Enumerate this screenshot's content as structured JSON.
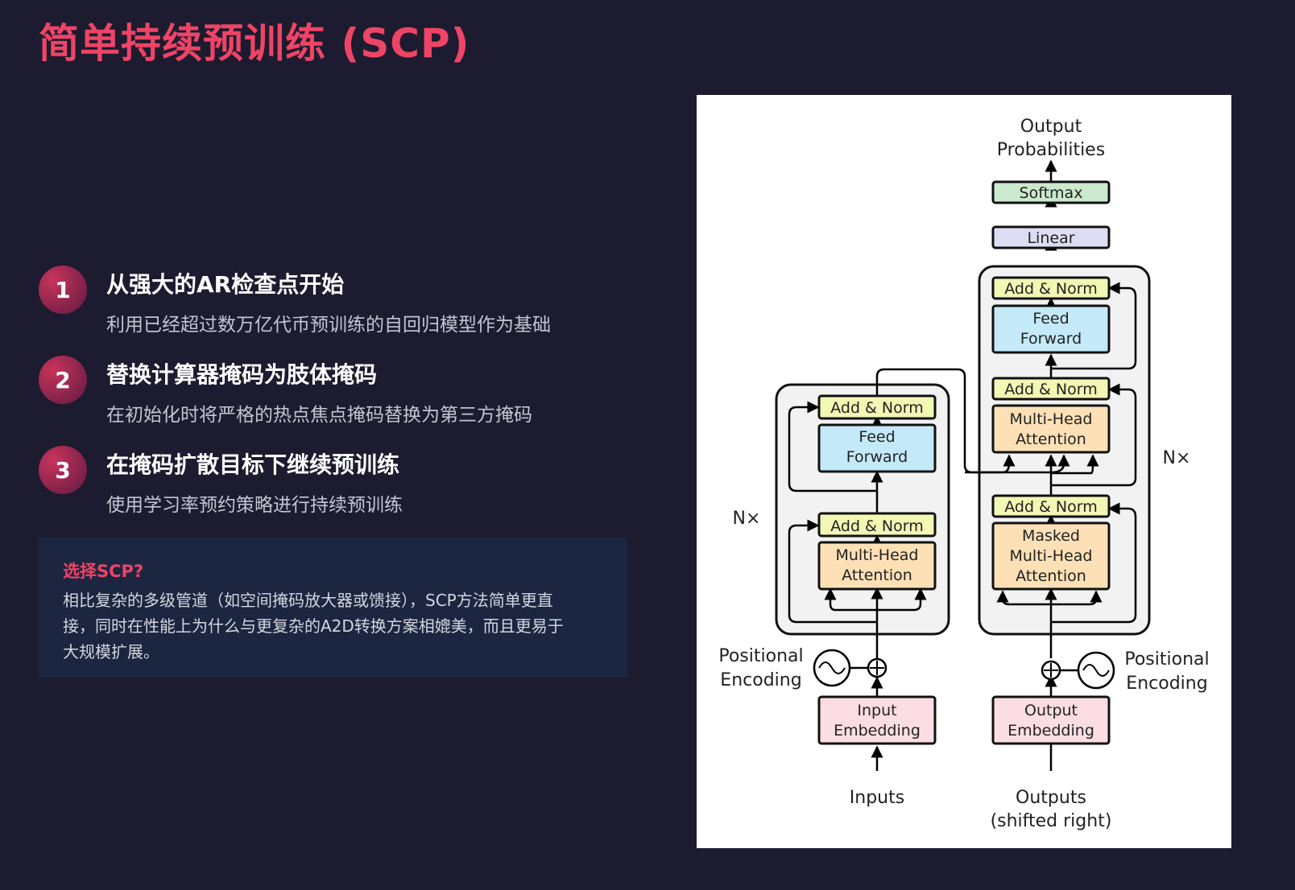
{
  "page": {
    "title": "简单持续预训练 (SCP)"
  },
  "steps": [
    {
      "number": "1",
      "title": "从强大的AR检查点开始",
      "desc": "利用已经超过数万亿代币预训练的自回归模型作为基础"
    },
    {
      "number": "2",
      "title": "替换计算器掩码为肢体掩码",
      "desc": "在初始化时将严格的热点焦点掩码替换为第三方掩码"
    },
    {
      "number": "3",
      "title": "在掩码扩散目标下继续预训练",
      "desc": "使用学习率预约策略进行持续预训练"
    }
  ],
  "why": {
    "title": "选择SCP?",
    "line1": "相比复杂的多级管道（如空间掩码放大器或馈接），SCP方法简单更直",
    "line2": "接，同时在性能上为什么与更复杂的A2D转换方案相媲美，而且更易于",
    "line3": "大规模扩展。"
  },
  "diagram": {
    "output_probs_1": "Output",
    "output_probs_2": "Probabilities",
    "softmax": "Softmax",
    "linear": "Linear",
    "add_norm": "Add & Norm",
    "feed_1": "Feed",
    "feed_2": "Forward",
    "mha_1": "Multi-Head",
    "mha_2": "Attention",
    "masked": "Masked",
    "nx": "N×",
    "pos_1": "Positional",
    "pos_2": "Encoding",
    "input_emb_1": "Input",
    "output_emb_1": "Output",
    "emb_2": "Embedding",
    "inputs": "Inputs",
    "outputs_1": "Outputs",
    "outputs_2": "(shifted right)",
    "colors": {
      "add_norm": "#f3f7b4",
      "feed_forward": "#c4e9f8",
      "attention": "#fde0b6",
      "embedding": "#fbdde3",
      "linear": "#dcdcf2",
      "softmax": "#cbe9cd",
      "stack_bg": "#f2f2f2"
    }
  }
}
